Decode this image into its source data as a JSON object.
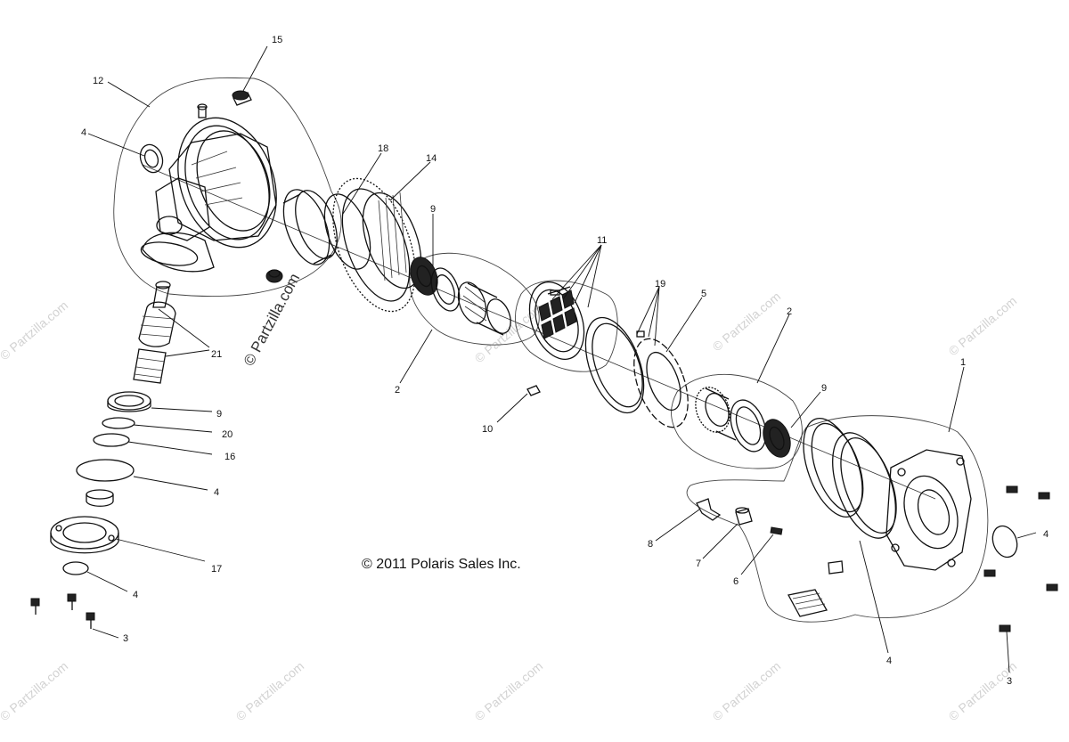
{
  "copyright": "© 2011 Polaris Sales Inc.",
  "watermark": "© Partzilla.com",
  "callouts": [
    {
      "id": "c15",
      "text": "15"
    },
    {
      "id": "c12",
      "text": "12"
    },
    {
      "id": "c4a",
      "text": "4"
    },
    {
      "id": "c18",
      "text": "18"
    },
    {
      "id": "c14",
      "text": "14"
    },
    {
      "id": "c9a",
      "text": "9"
    },
    {
      "id": "c11",
      "text": "11"
    },
    {
      "id": "c19",
      "text": "19"
    },
    {
      "id": "c5",
      "text": "5"
    },
    {
      "id": "c2a",
      "text": "2"
    },
    {
      "id": "c1",
      "text": "1"
    },
    {
      "id": "c21",
      "text": "21"
    },
    {
      "id": "c2b",
      "text": "2"
    },
    {
      "id": "c9b",
      "text": "9"
    },
    {
      "id": "c10",
      "text": "10"
    },
    {
      "id": "c9c",
      "text": "9"
    },
    {
      "id": "c20",
      "text": "20"
    },
    {
      "id": "c16",
      "text": "16"
    },
    {
      "id": "c4b",
      "text": "4"
    },
    {
      "id": "c17",
      "text": "17"
    },
    {
      "id": "c4c",
      "text": "4"
    },
    {
      "id": "c3a",
      "text": "3"
    },
    {
      "id": "c8",
      "text": "8"
    },
    {
      "id": "c7",
      "text": "7"
    },
    {
      "id": "c6",
      "text": "6"
    },
    {
      "id": "c4d",
      "text": "4"
    },
    {
      "id": "c4e",
      "text": "4"
    },
    {
      "id": "c3b",
      "text": "3"
    }
  ]
}
